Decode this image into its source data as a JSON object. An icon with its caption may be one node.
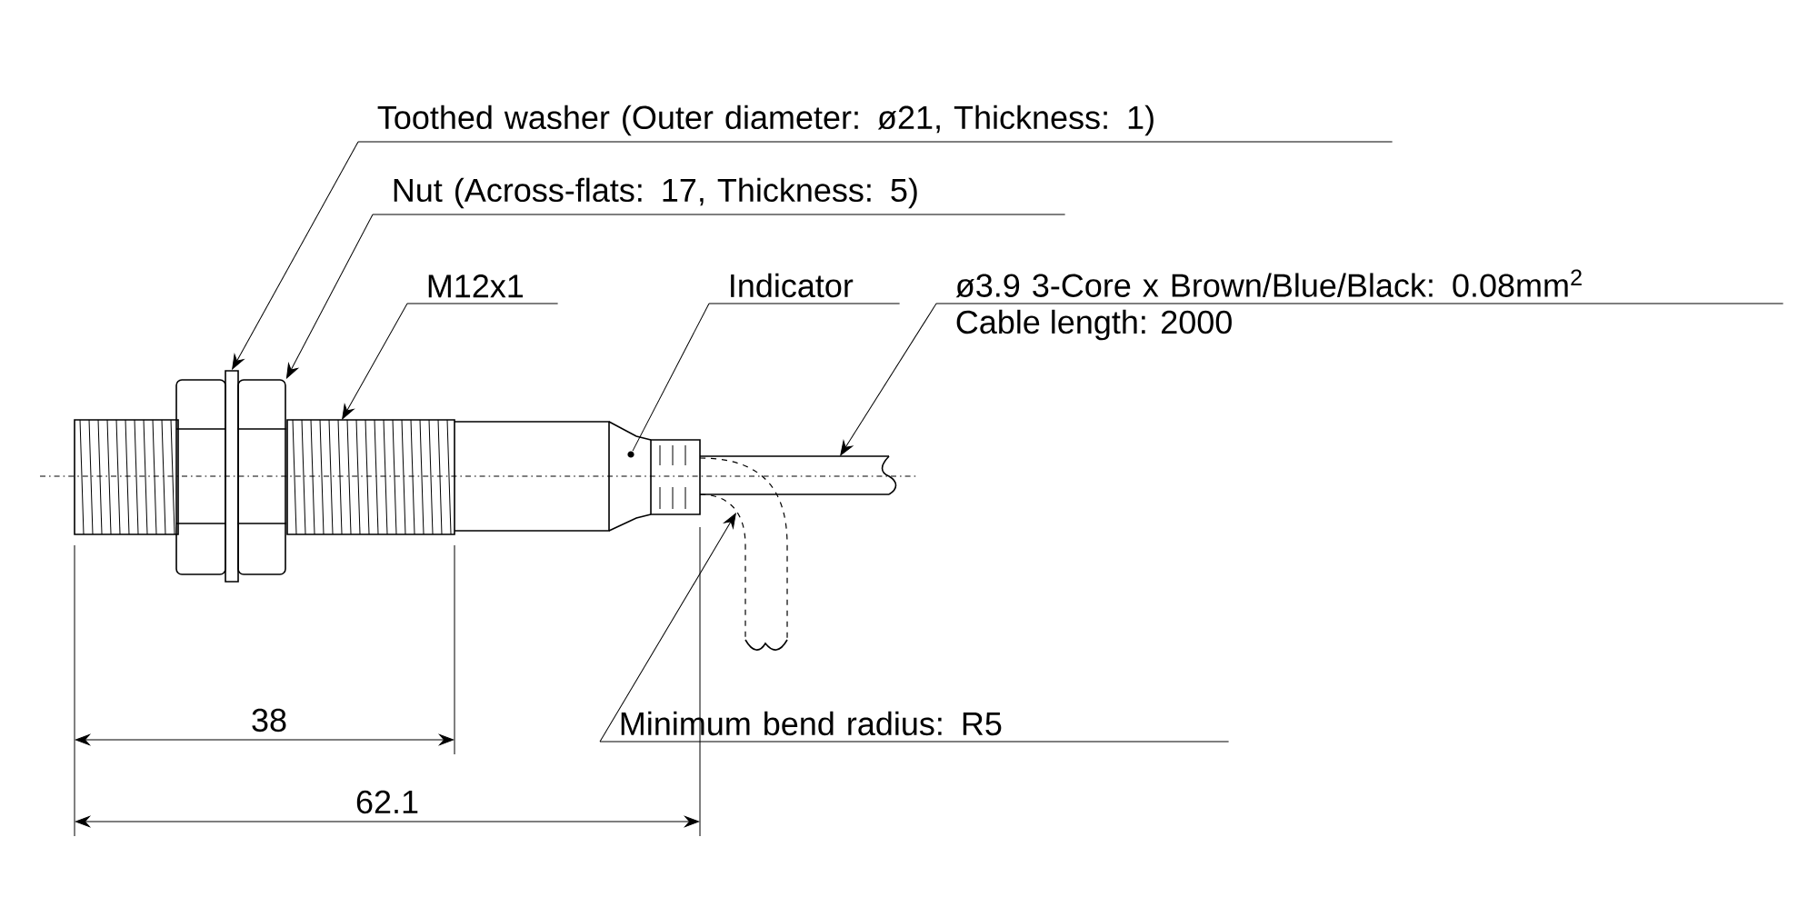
{
  "diagram": {
    "nodes": [
      {
        "text": [
          "Toothed washer (Outer diameter: ø21, Thickness: 1)"
        ]
      },
      {
        "text": [
          "Nut (Across-flats: 17, Thickness: 5)"
        ]
      },
      {
        "text": [
          "M12x1"
        ]
      },
      {
        "text": [
          "Indicator"
        ]
      },
      {
        "text": [
          "ø3.9 3-Core x Brown/Blue/Black: 0.08mm$^{2}$",
          "Cable length: 2000"
        ]
      },
      {
        "text": [
          "Minimum bend radius: R5"
        ]
      },
      {
        "text": [],
        "shape": "box"
      },
      {
        "text": [],
        "shape": "box"
      },
      {
        "text": [],
        "shape": "circle"
      }
    ],
    "edges": [
      {
        "from": 0,
        "to": 6,
        "arrow": "to"
      },
      {
        "from": 1,
        "to": 7,
        "arrow": "to"
      },
      {
        "from": 2,
        "to": null,
        "arrow": "to"
      },
      {
        "from": 3,
        "to": 8,
        "arrow": "none"
      },
      {
        "from": 4,
        "to": null,
        "arrow": "to"
      },
      {
        "from": 5,
        "to": null,
        "arrow": "to"
      }
    ],
    "labels": [
      "38",
      "62.1"
    ]
  }
}
